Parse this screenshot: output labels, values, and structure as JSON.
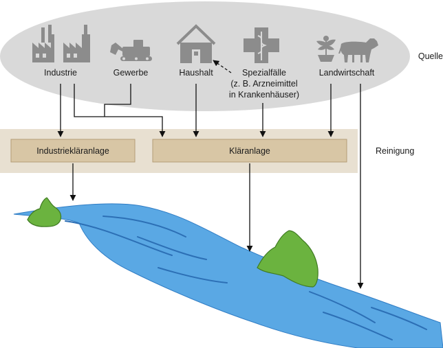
{
  "sources": {
    "industrie": "Industrie",
    "gewerbe": "Gewerbe",
    "haushalt": "Haushalt",
    "spezial_line1": "Spezialfälle",
    "spezial_line2": "(z. B. Arzneimittel",
    "spezial_line3": "in Krankenhäuser)",
    "landwirtschaft": "Landwirtschaft"
  },
  "plants": {
    "industrie_plant": "Industriekläranlage",
    "klaeranlage": "Kläranlage"
  },
  "side_labels": {
    "quelle": "Quelle",
    "reinigung": "Reinigung"
  },
  "icons": [
    "factory-icon",
    "factory-icon",
    "excavator-icon",
    "house-icon",
    "medical-cross-icon",
    "plant-icon",
    "cow-icon"
  ],
  "colors": {
    "ellipse": "#d9d9d9",
    "band": "#e8e0d1",
    "plant_box": "#d8c6a5",
    "plant_border": "#b39d78",
    "river": "#5aa8e4",
    "river_stroke": "#2f7cc4",
    "land": "#6bb33f",
    "icon": "#8c8c8c"
  }
}
